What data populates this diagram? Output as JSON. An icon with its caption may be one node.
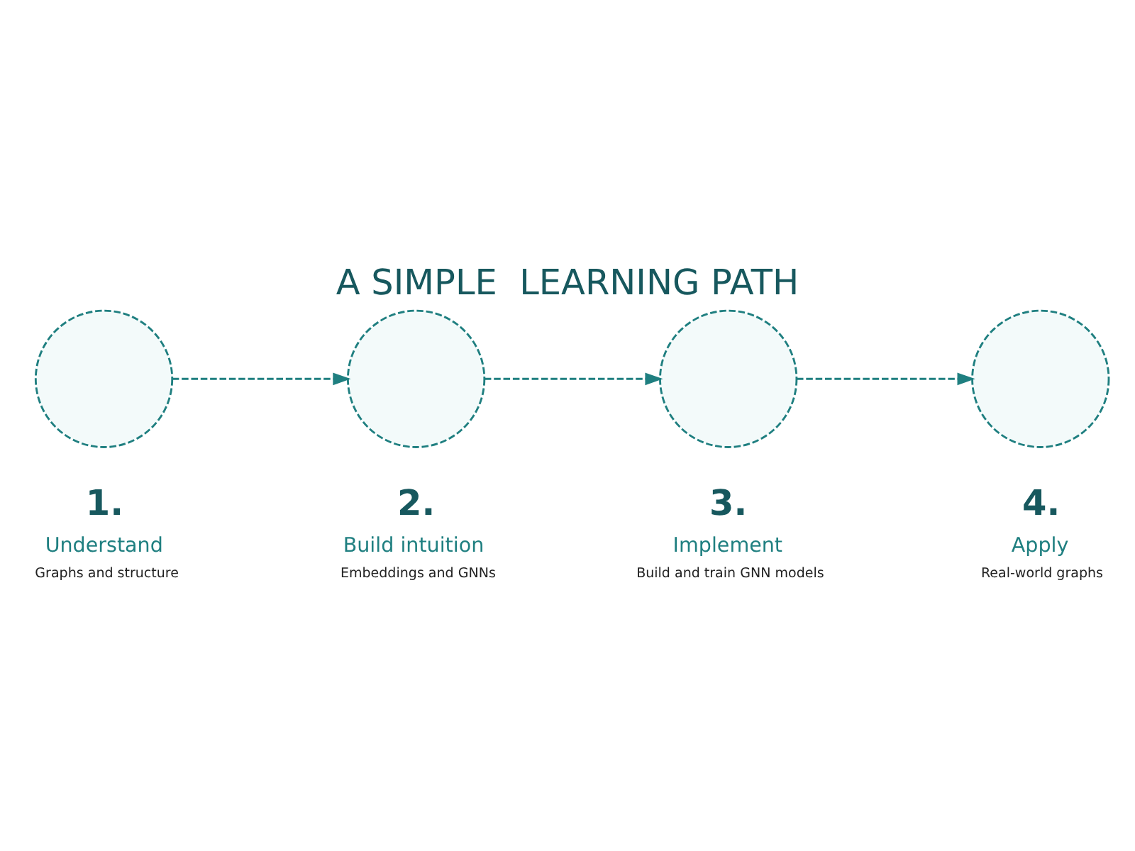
{
  "diagram": {
    "title": "A SIMPLE  LEARNING PATH",
    "nodes": [
      {
        "text": [],
        "shape": "circle",
        "beside": [
          "1.",
          "Understand",
          "Graphs and structure"
        ]
      },
      {
        "text": [],
        "shape": "circle",
        "beside": [
          "2.",
          "Build intuition",
          "Embeddings and GNNs"
        ]
      },
      {
        "text": [],
        "shape": "circle",
        "beside": [
          "3.",
          "Implement",
          "Build and train GNN models"
        ]
      },
      {
        "text": [],
        "shape": "circle",
        "beside": [
          "4.",
          "Apply",
          "Real-world graphs"
        ]
      }
    ],
    "edges": [
      {
        "from": 0,
        "to": 1,
        "arrow": "to",
        "style": "dashed"
      },
      {
        "from": 1,
        "to": 2,
        "arrow": "to",
        "style": "dashed"
      },
      {
        "from": 2,
        "to": 3,
        "arrow": "to",
        "style": "dashed"
      }
    ]
  }
}
